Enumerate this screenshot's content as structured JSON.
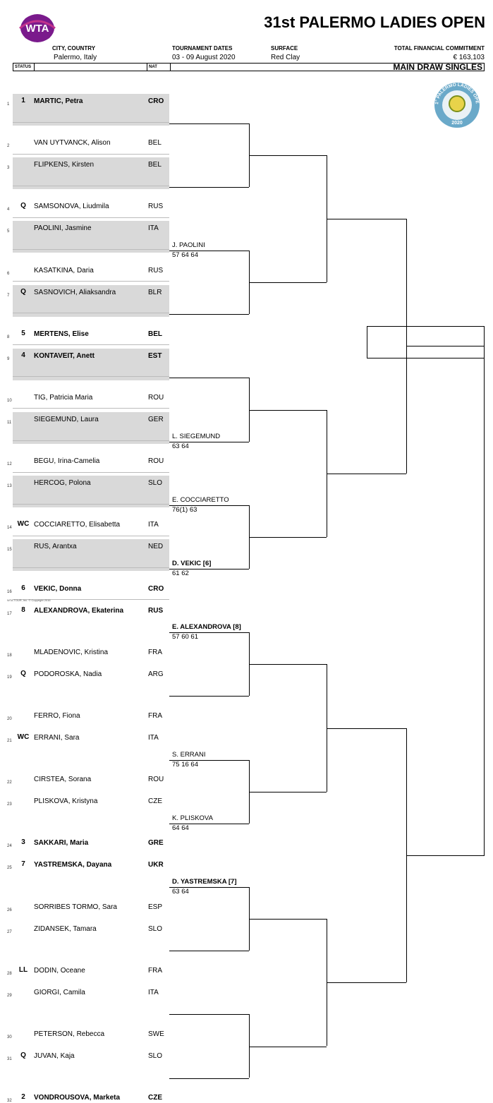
{
  "header": {
    "logo_text": "WTA",
    "title": "31st PALERMO LADIES OPEN",
    "city_label": "CITY, COUNTRY",
    "city_value": "Palermo, Italy",
    "dates_label": "TOURNAMENT DATES",
    "dates_value": "03 - 09 August 2020",
    "surface_label": "SURFACE",
    "surface_value": "Red Clay",
    "commitment_label": "TOTAL FINANCIAL COMMITMENT",
    "commitment_value": "€ 163,103",
    "status_col": "STATUS",
    "nat_col": "NAT",
    "draw_title": "MAIN DRAW SINGLES",
    "badge_text": "31° PALERMO LADIES OPEN",
    "badge_year": "2020"
  },
  "players": [
    {
      "num": "1",
      "seed": "1",
      "name": "MARTIC, Petra",
      "nat": "CRO",
      "bold": true
    },
    {
      "num": "2",
      "seed": "",
      "name": "VAN UYTVANCK, Alison",
      "nat": "BEL",
      "bold": false
    },
    {
      "num": "3",
      "seed": "",
      "name": "FLIPKENS, Kirsten",
      "nat": "BEL",
      "bold": false
    },
    {
      "num": "4",
      "seed": "Q",
      "name": "SAMSONOVA, Liudmila",
      "nat": "RUS",
      "bold": false
    },
    {
      "num": "5",
      "seed": "",
      "name": "PAOLINI, Jasmine",
      "nat": "ITA",
      "bold": false
    },
    {
      "num": "6",
      "seed": "",
      "name": "KASATKINA, Daria",
      "nat": "RUS",
      "bold": false
    },
    {
      "num": "7",
      "seed": "Q",
      "name": "SASNOVICH, Aliaksandra",
      "nat": "BLR",
      "bold": false
    },
    {
      "num": "8",
      "seed": "5",
      "name": "MERTENS, Elise",
      "nat": "BEL",
      "bold": true
    },
    {
      "num": "9",
      "seed": "4",
      "name": "KONTAVEIT, Anett",
      "nat": "EST",
      "bold": true
    },
    {
      "num": "10",
      "seed": "",
      "name": "TIG, Patricia Maria",
      "nat": "ROU",
      "bold": false
    },
    {
      "num": "11",
      "seed": "",
      "name": "SIEGEMUND, Laura",
      "nat": "GER",
      "bold": false
    },
    {
      "num": "12",
      "seed": "",
      "name": "BEGU, Irina-Camelia",
      "nat": "ROU",
      "bold": false
    },
    {
      "num": "13",
      "seed": "",
      "name": "HERCOG, Polona",
      "nat": "SLO",
      "bold": false
    },
    {
      "num": "14",
      "seed": "WC",
      "name": "COCCIARETTO, Elisabetta",
      "nat": "ITA",
      "bold": false
    },
    {
      "num": "15",
      "seed": "",
      "name": "RUS, Arantxa",
      "nat": "NED",
      "bold": false
    },
    {
      "num": "16",
      "seed": "6",
      "name": "VEKIC, Donna",
      "nat": "CRO",
      "bold": true
    },
    {
      "num": "17",
      "seed": "8",
      "name": "ALEXANDROVA, Ekaterina",
      "nat": "RUS",
      "bold": true
    },
    {
      "num": "18",
      "seed": "",
      "name": "MLADENOVIC, Kristina",
      "nat": "FRA",
      "bold": false
    },
    {
      "num": "19",
      "seed": "Q",
      "name": "PODOROSKA, Nadia",
      "nat": "ARG",
      "bold": false
    },
    {
      "num": "20",
      "seed": "",
      "name": "FERRO, Fiona",
      "nat": "FRA",
      "bold": false
    },
    {
      "num": "21",
      "seed": "WC",
      "name": "ERRANI, Sara",
      "nat": "ITA",
      "bold": false
    },
    {
      "num": "22",
      "seed": "",
      "name": "CIRSTEA, Sorana",
      "nat": "ROU",
      "bold": false
    },
    {
      "num": "23",
      "seed": "",
      "name": "PLISKOVA, Kristyna",
      "nat": "CZE",
      "bold": false
    },
    {
      "num": "24",
      "seed": "3",
      "name": "SAKKARI, Maria",
      "nat": "GRE",
      "bold": true
    },
    {
      "num": "25",
      "seed": "7",
      "name": "YASTREMSKA, Dayana",
      "nat": "UKR",
      "bold": true
    },
    {
      "num": "26",
      "seed": "",
      "name": "SORRIBES TORMO, Sara",
      "nat": "ESP",
      "bold": false
    },
    {
      "num": "27",
      "seed": "",
      "name": "ZIDANSEK, Tamara",
      "nat": "SLO",
      "bold": false
    },
    {
      "num": "28",
      "seed": "LL",
      "name": "DODIN, Oceane",
      "nat": "FRA",
      "bold": false
    },
    {
      "num": "29",
      "seed": "",
      "name": "GIORGI, Camila",
      "nat": "ITA",
      "bold": false
    },
    {
      "num": "30",
      "seed": "",
      "name": "PETERSON, Rebecca",
      "nat": "SWE",
      "bold": false
    },
    {
      "num": "31",
      "seed": "Q",
      "name": "JUVAN, Kaja",
      "nat": "SLO",
      "bold": false
    },
    {
      "num": "32",
      "seed": "2",
      "name": "VONDROUSOVA, Marketa",
      "nat": "CZE",
      "bold": true
    }
  ],
  "round2": [
    {
      "name": "",
      "score": "",
      "bold": false
    },
    {
      "name": "",
      "score": "",
      "bold": false
    },
    {
      "name": "J. PAOLINI",
      "score": "57 64 64",
      "bold": false
    },
    {
      "name": "",
      "score": "",
      "bold": false
    },
    {
      "name": "",
      "score": "",
      "bold": false
    },
    {
      "name": "L. SIEGEMUND",
      "score": "63 64",
      "bold": false
    },
    {
      "name": "E. COCCIARETTO",
      "score": "76(1) 63",
      "bold": false
    },
    {
      "name": "D. VEKIC [6]",
      "score": "61 62",
      "bold": true
    },
    {
      "name": "E. ALEXANDROVA [8]",
      "score": "57 60 61",
      "bold": true
    },
    {
      "name": "",
      "score": "",
      "bold": false
    },
    {
      "name": "S. ERRANI",
      "score": "75 16 64",
      "bold": false
    },
    {
      "name": "K. PLISKOVA",
      "score": "64 64",
      "bold": false
    },
    {
      "name": "D. YASTREMSKA [7]",
      "score": "63 64",
      "bold": true
    },
    {
      "name": "",
      "score": "",
      "bold": false
    },
    {
      "name": "",
      "score": "",
      "bold": false
    },
    {
      "name": "",
      "score": "",
      "bold": false
    }
  ],
  "footer": "WTA TOUR, Inc. © Copyright 2016"
}
